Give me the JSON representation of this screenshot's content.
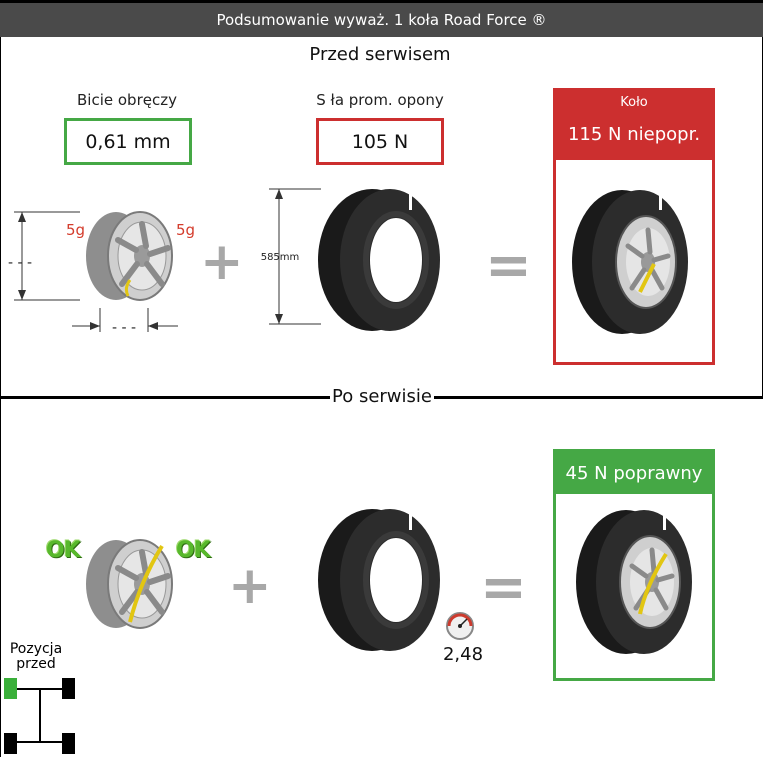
{
  "window": {
    "title": "Podsumowanie wyważ. 1 koła Road Force ®"
  },
  "before": {
    "section_title": "Przed serwisem",
    "rim_runout": {
      "label": "Bicie obręczy",
      "value": "0,61 mm"
    },
    "tire_force": {
      "label": "S ła prom. opony",
      "value": "105 N"
    },
    "tire_diameter_label": "585mm",
    "rim_weight_left": "5g",
    "rim_weight_right": "5g",
    "rim_dim_placeholder_v": "- - -",
    "rim_dim_placeholder_h": "- - -",
    "wheel": {
      "header": "Koło",
      "value": "115 N niepopr."
    }
  },
  "after": {
    "section_title": "Po serwisie",
    "rim_ok_left": "OK",
    "rim_ok_right": "OK",
    "gauge_value": "2,48",
    "wheel": {
      "value": "45 N poprawny"
    }
  },
  "position": {
    "label_line1": "Pozycja",
    "label_line2": "przed"
  },
  "colors": {
    "ok_green": "#45a845",
    "bad_red": "#cc2f2f",
    "titlebar": "#4a4a4a"
  }
}
